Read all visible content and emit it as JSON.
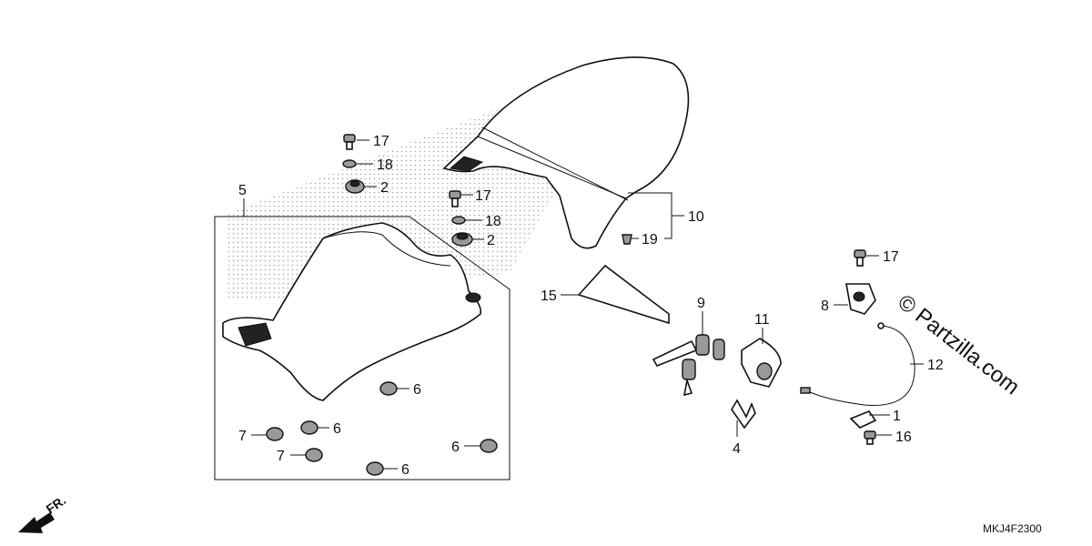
{
  "diagram": {
    "code": "MKJ4F2300",
    "watermark": "© Partzilla.com",
    "direction_label": "FR.",
    "callouts": {
      "c1": "1",
      "c2a": "2",
      "c2b": "2",
      "c4": "4",
      "c5": "5",
      "c6a": "6",
      "c6b": "6",
      "c6c": "6",
      "c6d": "6",
      "c7a": "7",
      "c7b": "7",
      "c8": "8",
      "c9": "9",
      "c10": "10",
      "c11": "11",
      "c12": "12",
      "c15": "15",
      "c16": "16",
      "c17a": "17",
      "c17b": "17",
      "c17c": "17",
      "c18a": "18",
      "c18b": "18",
      "c19": "19"
    }
  }
}
